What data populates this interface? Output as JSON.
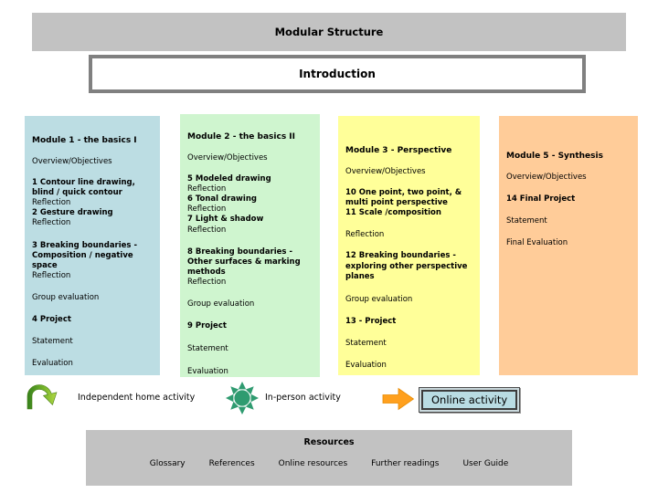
{
  "slide": {
    "title": "Modular Structure",
    "subtitle": "Introduction"
  },
  "colors": {
    "bar_gray": "#c2c2c2",
    "intro_border": "#808080",
    "module1_blue": "#bcdde3",
    "module2_green": "#cff5cf",
    "module3_yellow": "#ffff99",
    "module5_peach": "#ffcc99",
    "swirl_dark_green": "#35811c",
    "swirl_light_green": "#b4da45",
    "sun_green": "#2f9b70",
    "arrow_orange": "#ffa01e",
    "online_box_fill": "#b9dce3"
  },
  "columns": [
    {
      "title": "Module 1 - the basics I",
      "color": "#bcdde3",
      "items": [
        {
          "text": "Overview/Objectives",
          "bold": false,
          "mt": 12
        },
        {
          "text": "1 Contour line drawing, blind / quick contour",
          "bold": true,
          "mt": 12
        },
        {
          "text": "Reflection",
          "bold": false,
          "mt": 0
        },
        {
          "text": "2 Gesture drawing",
          "bold": true,
          "mt": 0
        },
        {
          "text": "Reflection",
          "bold": false,
          "mt": 0
        },
        {
          "text": "3 Breaking boundaries - Composition / negative space",
          "bold": true,
          "mt": 13
        },
        {
          "text": "Reflection",
          "bold": false,
          "mt": 0
        },
        {
          "text": "Group evaluation",
          "bold": false,
          "mt": 13
        },
        {
          "text": "4 Project",
          "bold": true,
          "mt": 13
        },
        {
          "text": "Statement",
          "bold": false,
          "mt": 13
        },
        {
          "text": "Evaluation",
          "bold": false,
          "mt": 13
        }
      ]
    },
    {
      "title": "Module 2 - the basics II",
      "color": "#cff5cf",
      "items": [
        {
          "text": "Overview/Objectives",
          "bold": false,
          "mt": 12
        },
        {
          "text": "5 Modeled drawing",
          "bold": true,
          "mt": 12
        },
        {
          "text": "Reflection",
          "bold": false,
          "mt": 0
        },
        {
          "text": "6 Tonal drawing",
          "bold": true,
          "mt": 0
        },
        {
          "text": "Reflection",
          "bold": false,
          "mt": 0
        },
        {
          "text": "7 Light & shadow",
          "bold": true,
          "mt": 0
        },
        {
          "text": "Reflection",
          "bold": false,
          "mt": 0
        },
        {
          "text": "8 Breaking boundaries - Other surfaces & marking methods",
          "bold": true,
          "mt": 13
        },
        {
          "text": "Reflection",
          "bold": false,
          "mt": 0
        },
        {
          "text": "Group evaluation",
          "bold": false,
          "mt": 13
        },
        {
          "text": "9 Project",
          "bold": true,
          "mt": 13
        },
        {
          "text": "Statement",
          "bold": false,
          "mt": 14
        },
        {
          "text": "Evaluation",
          "bold": false,
          "mt": 14
        }
      ]
    },
    {
      "title": "Module 3 - Perspective",
      "color": "#ffff99",
      "items": [
        {
          "text": "Overview/Objectives",
          "bold": false,
          "mt": 12
        },
        {
          "text": "10 One point, two point, & multi point perspective",
          "bold": true,
          "mt": 12
        },
        {
          "text": "11 Scale /composition",
          "bold": true,
          "mt": 0
        },
        {
          "text": "Reflection",
          "bold": false,
          "mt": 13
        },
        {
          "text": "12 Breaking boundaries - exploring other perspective planes",
          "bold": true,
          "mt": 12
        },
        {
          "text": "Group evaluation",
          "bold": false,
          "mt": 14
        },
        {
          "text": "13 - Project",
          "bold": true,
          "mt": 13
        },
        {
          "text": "Statement",
          "bold": false,
          "mt": 13
        },
        {
          "text": "Evaluation",
          "bold": false,
          "mt": 13
        }
      ]
    },
    {
      "title": "Module 5 - Synthesis",
      "color": "#ffcc99",
      "items": [
        {
          "text": "Overview/Objectives",
          "bold": false,
          "mt": 12
        },
        {
          "text": "14 Final Project",
          "bold": true,
          "mt": 13
        },
        {
          "text": "Statement",
          "bold": false,
          "mt": 13
        },
        {
          "text": "Final Evaluation",
          "bold": false,
          "mt": 13
        }
      ]
    }
  ],
  "legend": {
    "independent": {
      "icon": "curved-arrow-icon",
      "label": "Independent home activity"
    },
    "in_person": {
      "icon": "sun-icon",
      "label": "In-person activity"
    },
    "online": {
      "icon": "right-arrow-icon",
      "label": "Online activity"
    }
  },
  "footer": {
    "title": "Resources",
    "links": [
      "Glossary",
      "References",
      "Online resources",
      "Further readings",
      "User Guide"
    ]
  }
}
